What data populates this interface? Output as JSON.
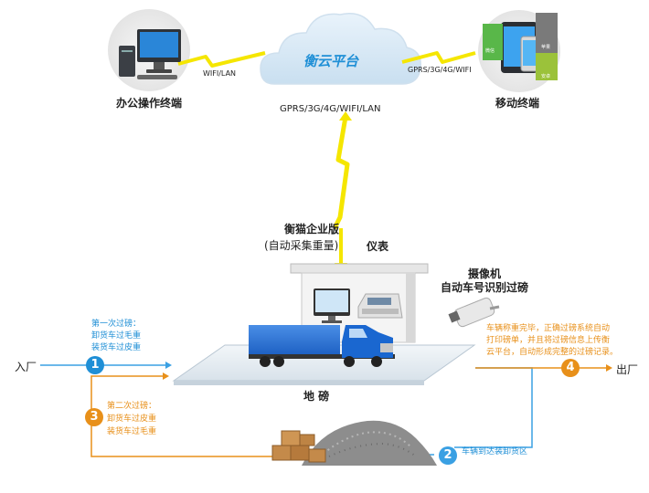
{
  "cloud": {
    "label": "衡云平台"
  },
  "office": {
    "label": "办公操作终端",
    "link": "WIFI/LAN"
  },
  "mobile": {
    "label": "移动终端",
    "link": "GPRS/3G/4G/WIFI",
    "app_labels": [
      "微信",
      "苹果",
      "安卓"
    ]
  },
  "uplink": {
    "label": "GPRS/3G/4G/WIFI/LAN"
  },
  "software": {
    "title": "衡猫企业版",
    "subtitle": "(自动采集重量)"
  },
  "meter": {
    "label": "仪表"
  },
  "camera": {
    "title": "摄像机",
    "subtitle": "自动车号识别过磅"
  },
  "scale": {
    "label": "地 磅"
  },
  "entry": {
    "label": "入厂"
  },
  "exit": {
    "label": "出厂"
  },
  "steps": [
    {
      "num": "1",
      "lines": [
        "第一次过磅：",
        "卸货车过毛重",
        "装货车过皮重"
      ]
    },
    {
      "num": "2",
      "lines": [
        "车辆到达装卸货区"
      ]
    },
    {
      "num": "3",
      "lines": [
        "第二次过磅：",
        "卸货车过皮重",
        "装货车过毛重"
      ]
    },
    {
      "num": "4",
      "lines": [
        "车辆称重完毕，正确过磅系统自动",
        "打印磅单，并且将过磅信息上传衡",
        "云平台，自动形成完整的过磅记录。"
      ]
    }
  ],
  "colors": {
    "blue": "#1f8fd6",
    "orange": "#e8901a",
    "bolt": "#f5e600"
  }
}
